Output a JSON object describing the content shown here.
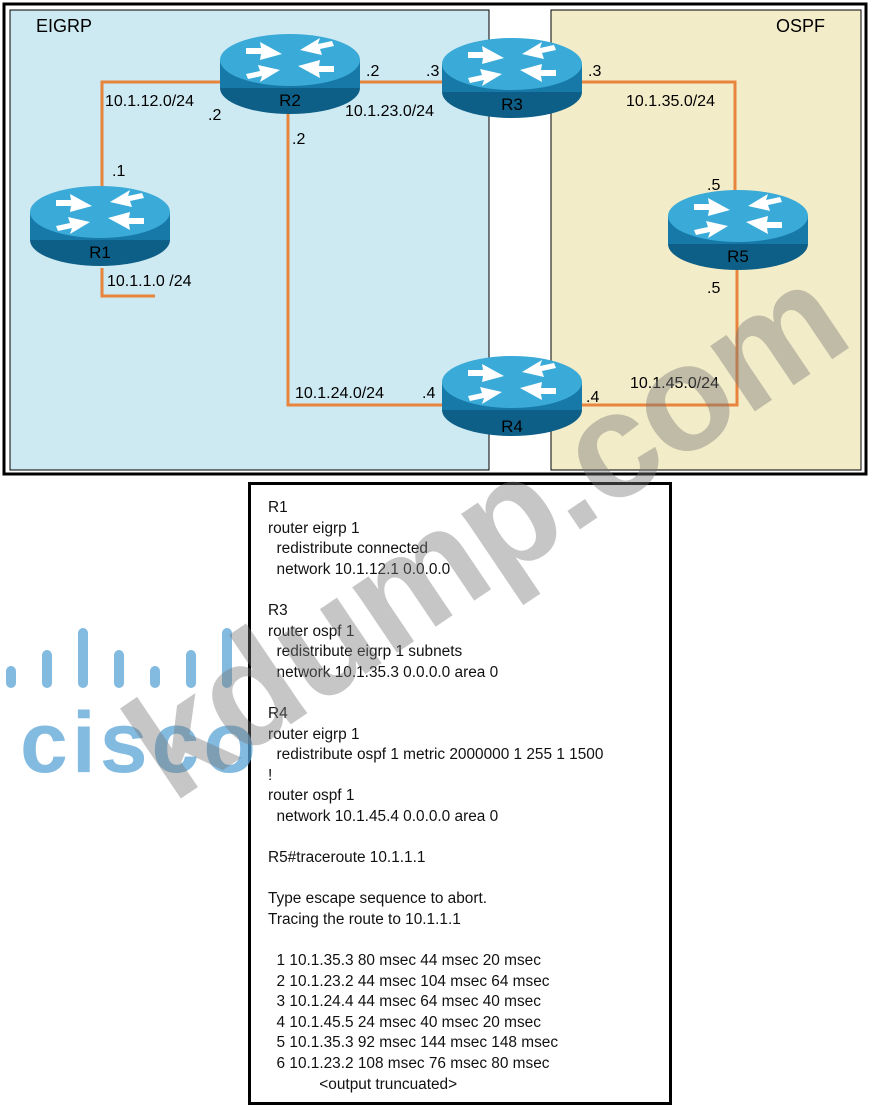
{
  "areas": {
    "left": {
      "name": "EIGRP",
      "color": "#cde9f2"
    },
    "right": {
      "name": "OSPF",
      "color": "#f3ecc8"
    }
  },
  "colors": {
    "link": "#e8843c",
    "router_body": "#1679a8",
    "router_top": "#3aaad8"
  },
  "routers": {
    "r1": "R1",
    "r2": "R2",
    "r3": "R3",
    "r4": "R4",
    "r5": "R5"
  },
  "links": {
    "r1_r2": {
      "subnet": "10.1.12.0/24",
      "a_end": ".1",
      "b_end": ".2"
    },
    "r2_r3": {
      "subnet": "10.1.23.0/24",
      "a_end": ".2",
      "b_end": ".3"
    },
    "r3_r5": {
      "subnet": "10.1.35.0/24",
      "a_end": ".3",
      "b_end": ".5"
    },
    "r2_r4": {
      "subnet": "10.1.24.0/24",
      "a_end": ".2",
      "b_end": ".4"
    },
    "r4_r5": {
      "subnet": "10.1.45.0/24",
      "a_end": ".4",
      "b_end": ".5"
    },
    "r1_lan": {
      "subnet": "10.1.1.0 /24"
    }
  },
  "config_lines": [
    "R1",
    "router eigrp 1",
    "  redistribute connected",
    "  network 10.1.12.1 0.0.0.0",
    "",
    "R3",
    "router ospf 1",
    "  redistribute eigrp 1 subnets",
    "  network 10.1.35.3 0.0.0.0 area 0",
    "",
    "R4",
    "router eigrp 1",
    "  redistribute ospf 1 metric 2000000 1 255 1 1500",
    "!",
    "router ospf 1",
    "  network 10.1.45.4 0.0.0.0 area 0",
    "",
    "R5#traceroute 10.1.1.1",
    "",
    "Type escape sequence to abort.",
    "Tracing the route to 10.1.1.1",
    "",
    "  1 10.1.35.3 80 msec 44 msec 20 msec",
    "  2 10.1.23.2 44 msec 104 msec 64 msec",
    "  3 10.1.24.4 44 msec 64 msec 40 msec",
    "  4 10.1.45.5 24 msec 40 msec 20 msec",
    "  5 10.1.35.3 92 msec 144 msec 148 msec",
    "  6 10.1.23.2 108 msec 76 msec 80 msec",
    "            <output truncuated>"
  ],
  "watermark": {
    "text": "kdump.com",
    "logo": "cisco"
  }
}
